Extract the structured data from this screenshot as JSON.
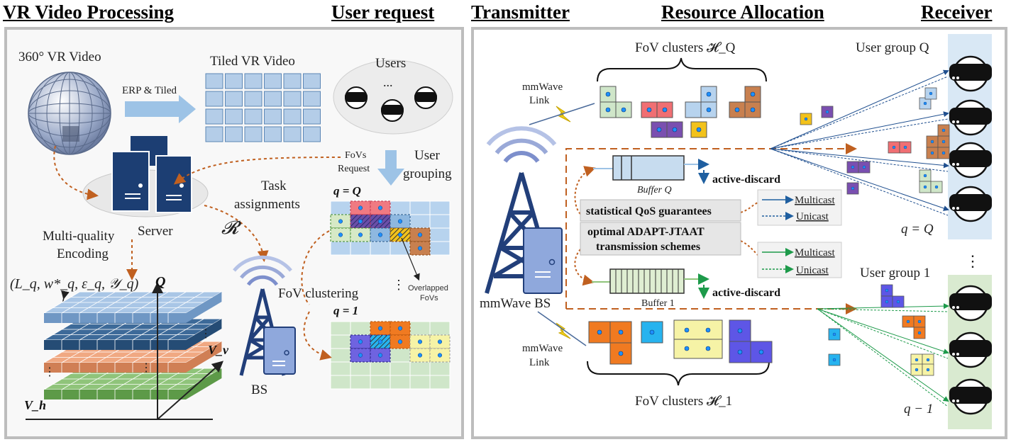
{
  "headers": {
    "vr_video_processing": "VR Video Processing",
    "user_request": "User request",
    "transmitter": "Transmitter",
    "resource_allocation": "Resource Allocation",
    "receiver": "Receiver"
  },
  "left_panel": {
    "vr_video_360": "360° VR Video",
    "erp_tiled": "ERP & Tiled",
    "tiled_vr_video": "Tiled VR Video",
    "users": "Users",
    "ellipsis": "...",
    "fovs_request_line1": "FoVs",
    "fovs_request_line2": "Request",
    "user_grouping_line1": "User",
    "user_grouping_line2": "grouping",
    "task_assignments_line1": "Task",
    "task_assignments_line2": "assignments",
    "server": "Server",
    "multi_quality_line1": "Multi-quality",
    "multi_quality_line2": "Encoding",
    "r_symbol": "𝓡",
    "q_eq_Q": "q = Q",
    "q_eq_1": "q = 1",
    "overlapped_line1": "Overlapped",
    "overlapped_line2": "FoVs",
    "fov_clustering": "FoV clustering",
    "params": "(L_q, w*_q, ε_q, 𝒴_q)",
    "axis_Q": "Q",
    "axis_Vv": "V_v",
    "axis_Vh": "V_h",
    "bs": "BS"
  },
  "right_panel": {
    "fov_clusters_Q": "FoV clusters 𝓗_Q",
    "fov_clusters_1": "FoV clusters 𝓗_1",
    "mmwave_link_line1": "mmWave",
    "mmwave_link_line2": "Link",
    "mmwave_bs": "mmWave BS",
    "buffer_Q": "Buffer Q",
    "buffer_1": "Buffer 1",
    "active_discard": "active-discard",
    "statistical_qos": "statistical QoS guarantees",
    "optimal_line1": "optimal ADAPT-JTAAT",
    "optimal_line2": "transmission schemes",
    "multicast": "Multicast",
    "unicast": "Unicast",
    "user_group_Q": "User group Q",
    "user_group_1": "User group 1",
    "q_eq_Q": "q = Q",
    "q_minus_1": "q − 1"
  },
  "colors": {
    "tile_blue": "#b4cde8",
    "layer_light_blue": "#a9c6e6",
    "layer_dark_blue": "#3d6a99",
    "layer_orange": "#f0a882",
    "layer_green": "#8fc47a",
    "cluster_red": "#f06f73",
    "cluster_brown": "#c8804f",
    "cluster_purple": "#7a4fb0",
    "cluster_yellow": "#f2c21b",
    "cluster_orange": "#f07a21",
    "cluster_cyan": "#27b3ef",
    "cluster_violet": "#5e56e6",
    "cluster_lightyellow": "#f6f3a6",
    "cluster_lightgreen": "#cfe6c9",
    "tower_navy": "#223f7a",
    "dashed_orange": "#c06020",
    "group_Q_bg": "#d9e8f5",
    "group_1_bg": "#d9ead0"
  }
}
